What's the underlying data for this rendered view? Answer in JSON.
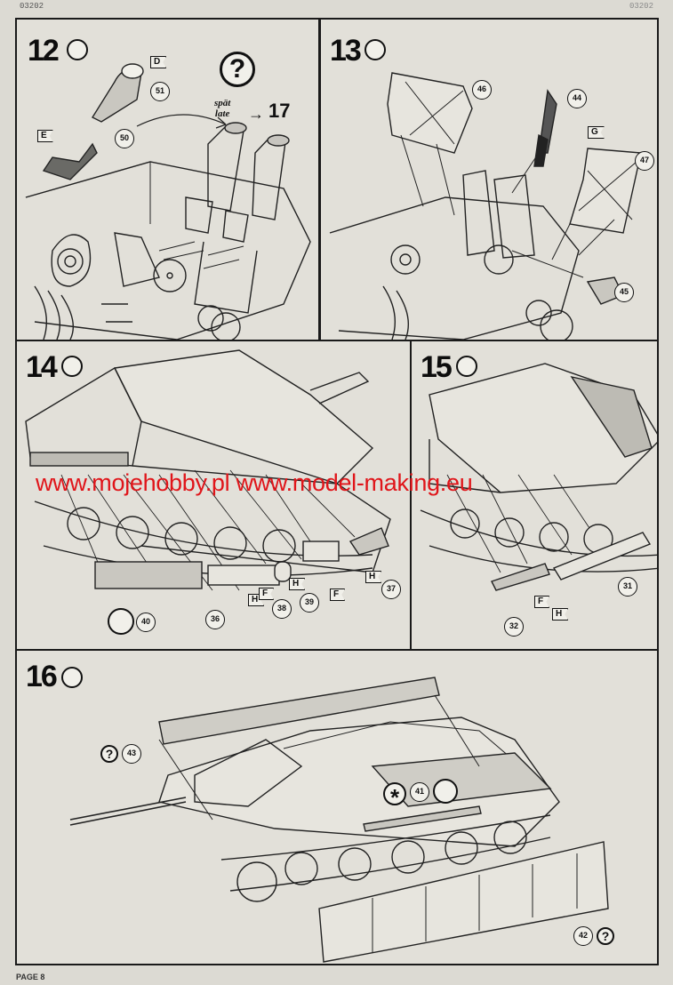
{
  "header": {
    "code_left": "03202",
    "code_right": "03202"
  },
  "footer": {
    "page": "PAGE 8"
  },
  "watermark": {
    "text": "www.mojehobby.pl www.model-making.eu"
  },
  "steps": [
    {
      "number": "12",
      "note_late": {
        "line1": "spät",
        "line2": "late",
        "arrow_target": "17"
      },
      "parts": [
        "51",
        "50"
      ],
      "flags": [
        "D",
        "E"
      ]
    },
    {
      "number": "13",
      "parts": [
        "46",
        "44",
        "47",
        "45"
      ],
      "flags": [
        "G"
      ]
    },
    {
      "number": "14",
      "parts": [
        "40",
        "36",
        "38",
        "39",
        "37"
      ],
      "flags": [
        "F",
        "H",
        "H",
        "F",
        "H"
      ]
    },
    {
      "number": "15",
      "parts": [
        "31",
        "32"
      ],
      "flags": [
        "F",
        "H"
      ]
    },
    {
      "number": "16",
      "parts": [
        "43",
        "41",
        "42"
      ],
      "flags": []
    }
  ]
}
